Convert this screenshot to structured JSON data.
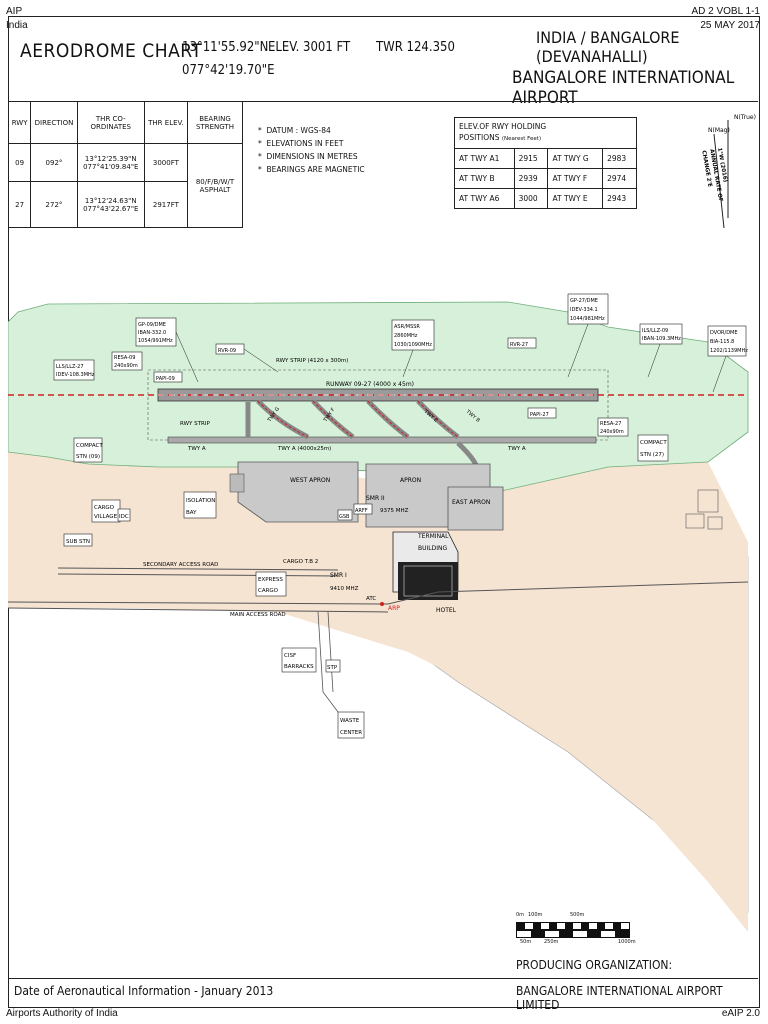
{
  "doc": {
    "top_left_1": "AIP",
    "top_left_2": "India",
    "top_right_1": "AD 2 VOBL 1-1",
    "top_right_2": "25 MAY 2017",
    "bottom_left": "Airports Authority of India",
    "bottom_right": "eAIP 2.0"
  },
  "title_block": {
    "title": "AERODROME CHART",
    "lat": "13°11'55.92\"N",
    "lon": "077°42'19.70\"E",
    "elev": "ELEV. 3001 FT",
    "twr": "TWR 124.350",
    "country": "INDIA / BANGALORE (DEVANAHALLI)",
    "airport": "BANGALORE INTERNATIONAL AIRPORT"
  },
  "runway_table": {
    "headers": [
      "RWY",
      "DIRECTION",
      "THR CO-ORDINATES",
      "THR ELEV.",
      "BEARING STRENGTH"
    ],
    "rows": [
      {
        "rwy": "09",
        "dir": "092°",
        "coord1": "13°12'25.39\"N",
        "coord2": "077°41'09.84\"E",
        "elev": "3000FT"
      },
      {
        "rwy": "27",
        "dir": "272°",
        "coord1": "13°12'24.63\"N",
        "coord2": "077°43'22.67\"E",
        "elev": "2917FT"
      }
    ],
    "bearing1": "80/F/B/W/T",
    "bearing2": "ASPHALT"
  },
  "notes": [
    "DATUM :    WGS-84",
    "ELEVATIONS IN FEET",
    "DIMENSIONS IN METRES",
    "BEARINGS ARE MAGNETIC"
  ],
  "holding_table": {
    "title1": "ELEV.OF RWY HOLDING",
    "title2": "POSITIONS",
    "title_note": "(Nearest Feet)",
    "rows": [
      [
        "AT TWY A1",
        "2915",
        "AT TWY G",
        "2983"
      ],
      [
        "AT TWY B",
        "2939",
        "AT TWY F",
        "2974"
      ],
      [
        "AT TWY A6",
        "3000",
        "AT TWY E",
        "2943"
      ]
    ]
  },
  "north": {
    "true_label": "N(True)",
    "mag_label": "N(Mag)",
    "variation": "1°W (2016)",
    "annual": "ANNUAL RATE OF",
    "change": "CHANGE 2'E"
  },
  "map_labels": {
    "runway": "RUNWAY 09-27 (4000 x 45m)",
    "rwy_strip": "RWY STRIP (4120 x 300m)",
    "rwy_strip_left": "RWY STRIP",
    "twy_a": "TWY A (4000x25m)",
    "twy_a_left": "TWY A",
    "twy_a_right": "TWY A",
    "twy_g": "TWY G",
    "twy_f": "TWY F",
    "twy_e": "TWY E",
    "twy_b": "TWY B",
    "west_apron": "WEST APRON",
    "apron": "APRON",
    "east_apron": "EAST APRON",
    "terminal": "TERMINAL",
    "building": "BUILDING",
    "smr2": "SMR II",
    "smr2_freq": "9375 MHZ",
    "smr1": "SMR I",
    "smr1_freq": "9410 MHZ",
    "atc": "ATC",
    "arp": "ARP",
    "hotel": "HOTEL",
    "cargo": "CARGO T.B 2",
    "secondary_road": "SECONDARY ACCESS ROAD",
    "main_road": "MAIN ACCESS ROAD",
    "sub_stn": "SUB STN",
    "cargo_village_1": "CARGO",
    "cargo_village_2": "VILLAGE",
    "idc": "IDC",
    "compact_1": "COMPACT",
    "compact_2": "STN (09)",
    "compact_r1": "COMPACT",
    "compact_r2": "STN (27)",
    "isolation_1": "ISOLATION",
    "isolation_2": "BAY",
    "express_1": "EXPRESS",
    "express_2": "CARGO",
    "cisf_1": "CISF",
    "cisf_2": "BARRACKS",
    "stp": "STP",
    "waste_1": "WASTE",
    "waste_2": "CENTER",
    "gp09_1": "GP-09/DME",
    "gp09_2": "IBAN-332.0",
    "gp09_3": "1054/991MHz",
    "llz27_1": "LLS/LLZ-27",
    "llz27_2": "IDEV-108.3MHz",
    "resa09_1": "RESA-09",
    "resa09_2": "240x90m",
    "pap09": "PAPI-09",
    "rvr09": "RVR-09",
    "asr_1": "ASR/MSSR",
    "asr_2": "2860MHz",
    "asr_3": "1030/1090MHz",
    "rvr27": "RVR-27",
    "gp27_1": "GP-27/DME",
    "gp27_2": "IDEV-334.1",
    "gp27_3": "1044/981MHz",
    "llz09_1": "ILS/LLZ-09",
    "llz09_2": "IBAN-109.3MHz",
    "dvor_1": "DVOR/DME",
    "dvor_2": "BIA-115.8",
    "dvor_3": "1202/1139MHz",
    "pap27": "PAPI-27",
    "resa27_1": "RESA-27",
    "resa27_2": "240x90m",
    "gsb": "GSB",
    "arff": "ARFF"
  },
  "scale": {
    "top": [
      "0m",
      "100m",
      "500m"
    ],
    "bottom": [
      "50m",
      "250m",
      "1000m"
    ]
  },
  "footer": {
    "date": "Date of Aeronautical Information -   January 2013",
    "prod1": "PRODUCING ORGANIZATION:",
    "prod2": "BANGALORE INTERNATIONAL AIRPORT LIMITED"
  }
}
